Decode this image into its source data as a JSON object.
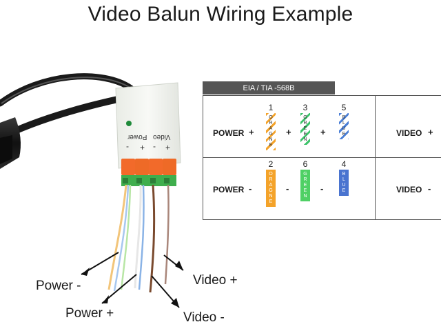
{
  "title": "Video Balun Wiring Example",
  "standard_label": "EIA / TIA   -568B",
  "rows": [
    {
      "label": "POWER",
      "sign": "+",
      "video_label": "VIDEO",
      "video_sign": "+",
      "pins": [
        {
          "num": "1",
          "letters": "ORAGNE",
          "style": "stripe",
          "color": "#f4a32a"
        },
        {
          "num": "3",
          "letters": "GREEN",
          "style": "stripe",
          "color": "#3cc36a"
        },
        {
          "num": "5",
          "letters": "BLUE",
          "style": "stripe",
          "color": "#4b7fd6"
        }
      ],
      "between": [
        "+",
        "+"
      ]
    },
    {
      "label": "POWER",
      "sign": "-",
      "video_label": "VIDEO",
      "video_sign": "-",
      "pins": [
        {
          "num": "2",
          "letters": "ORAGNE",
          "style": "solid",
          "color": "#f4a32a"
        },
        {
          "num": "6",
          "letters": "GREEN",
          "style": "solid",
          "color": "#4fd065"
        },
        {
          "num": "4",
          "letters": "BLUE",
          "style": "solid",
          "color": "#4a74d0"
        }
      ],
      "between": [
        "-",
        "-"
      ]
    }
  ],
  "connector_labels": {
    "left_minus": "-",
    "left_plus": "+",
    "power": "Power",
    "right_minus": "-",
    "right_plus": "+",
    "video": "Video"
  },
  "callouts": {
    "power_minus": "Power -",
    "power_plus": "Power +",
    "video_plus": "Video +",
    "video_minus": "Video -"
  }
}
